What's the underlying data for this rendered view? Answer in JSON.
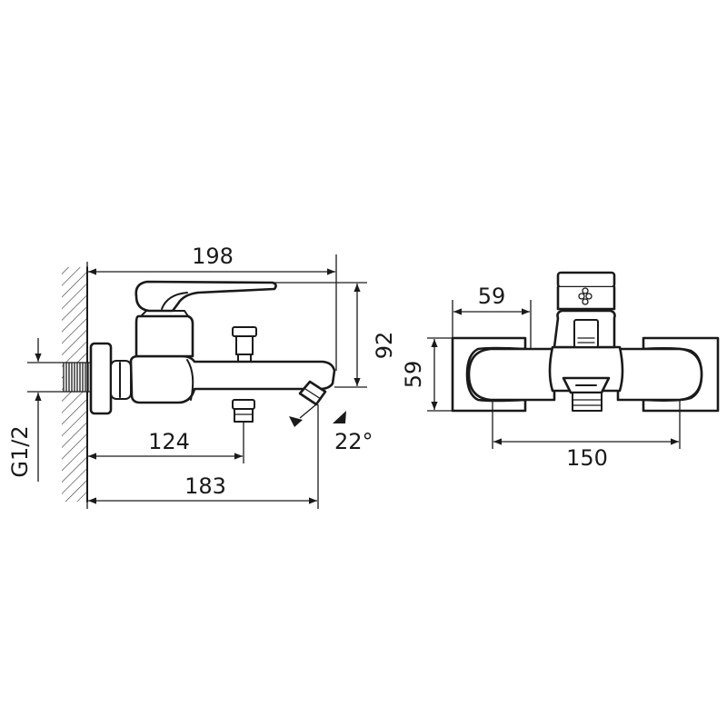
{
  "dimensions": {
    "side_view": {
      "overall_length": "198",
      "height": "92",
      "outlet_position": "124",
      "body_length": "183",
      "thread": "G1/2",
      "spout_angle": "22°"
    },
    "front_view": {
      "width": "59",
      "height": "59",
      "center_distance": "150"
    }
  }
}
